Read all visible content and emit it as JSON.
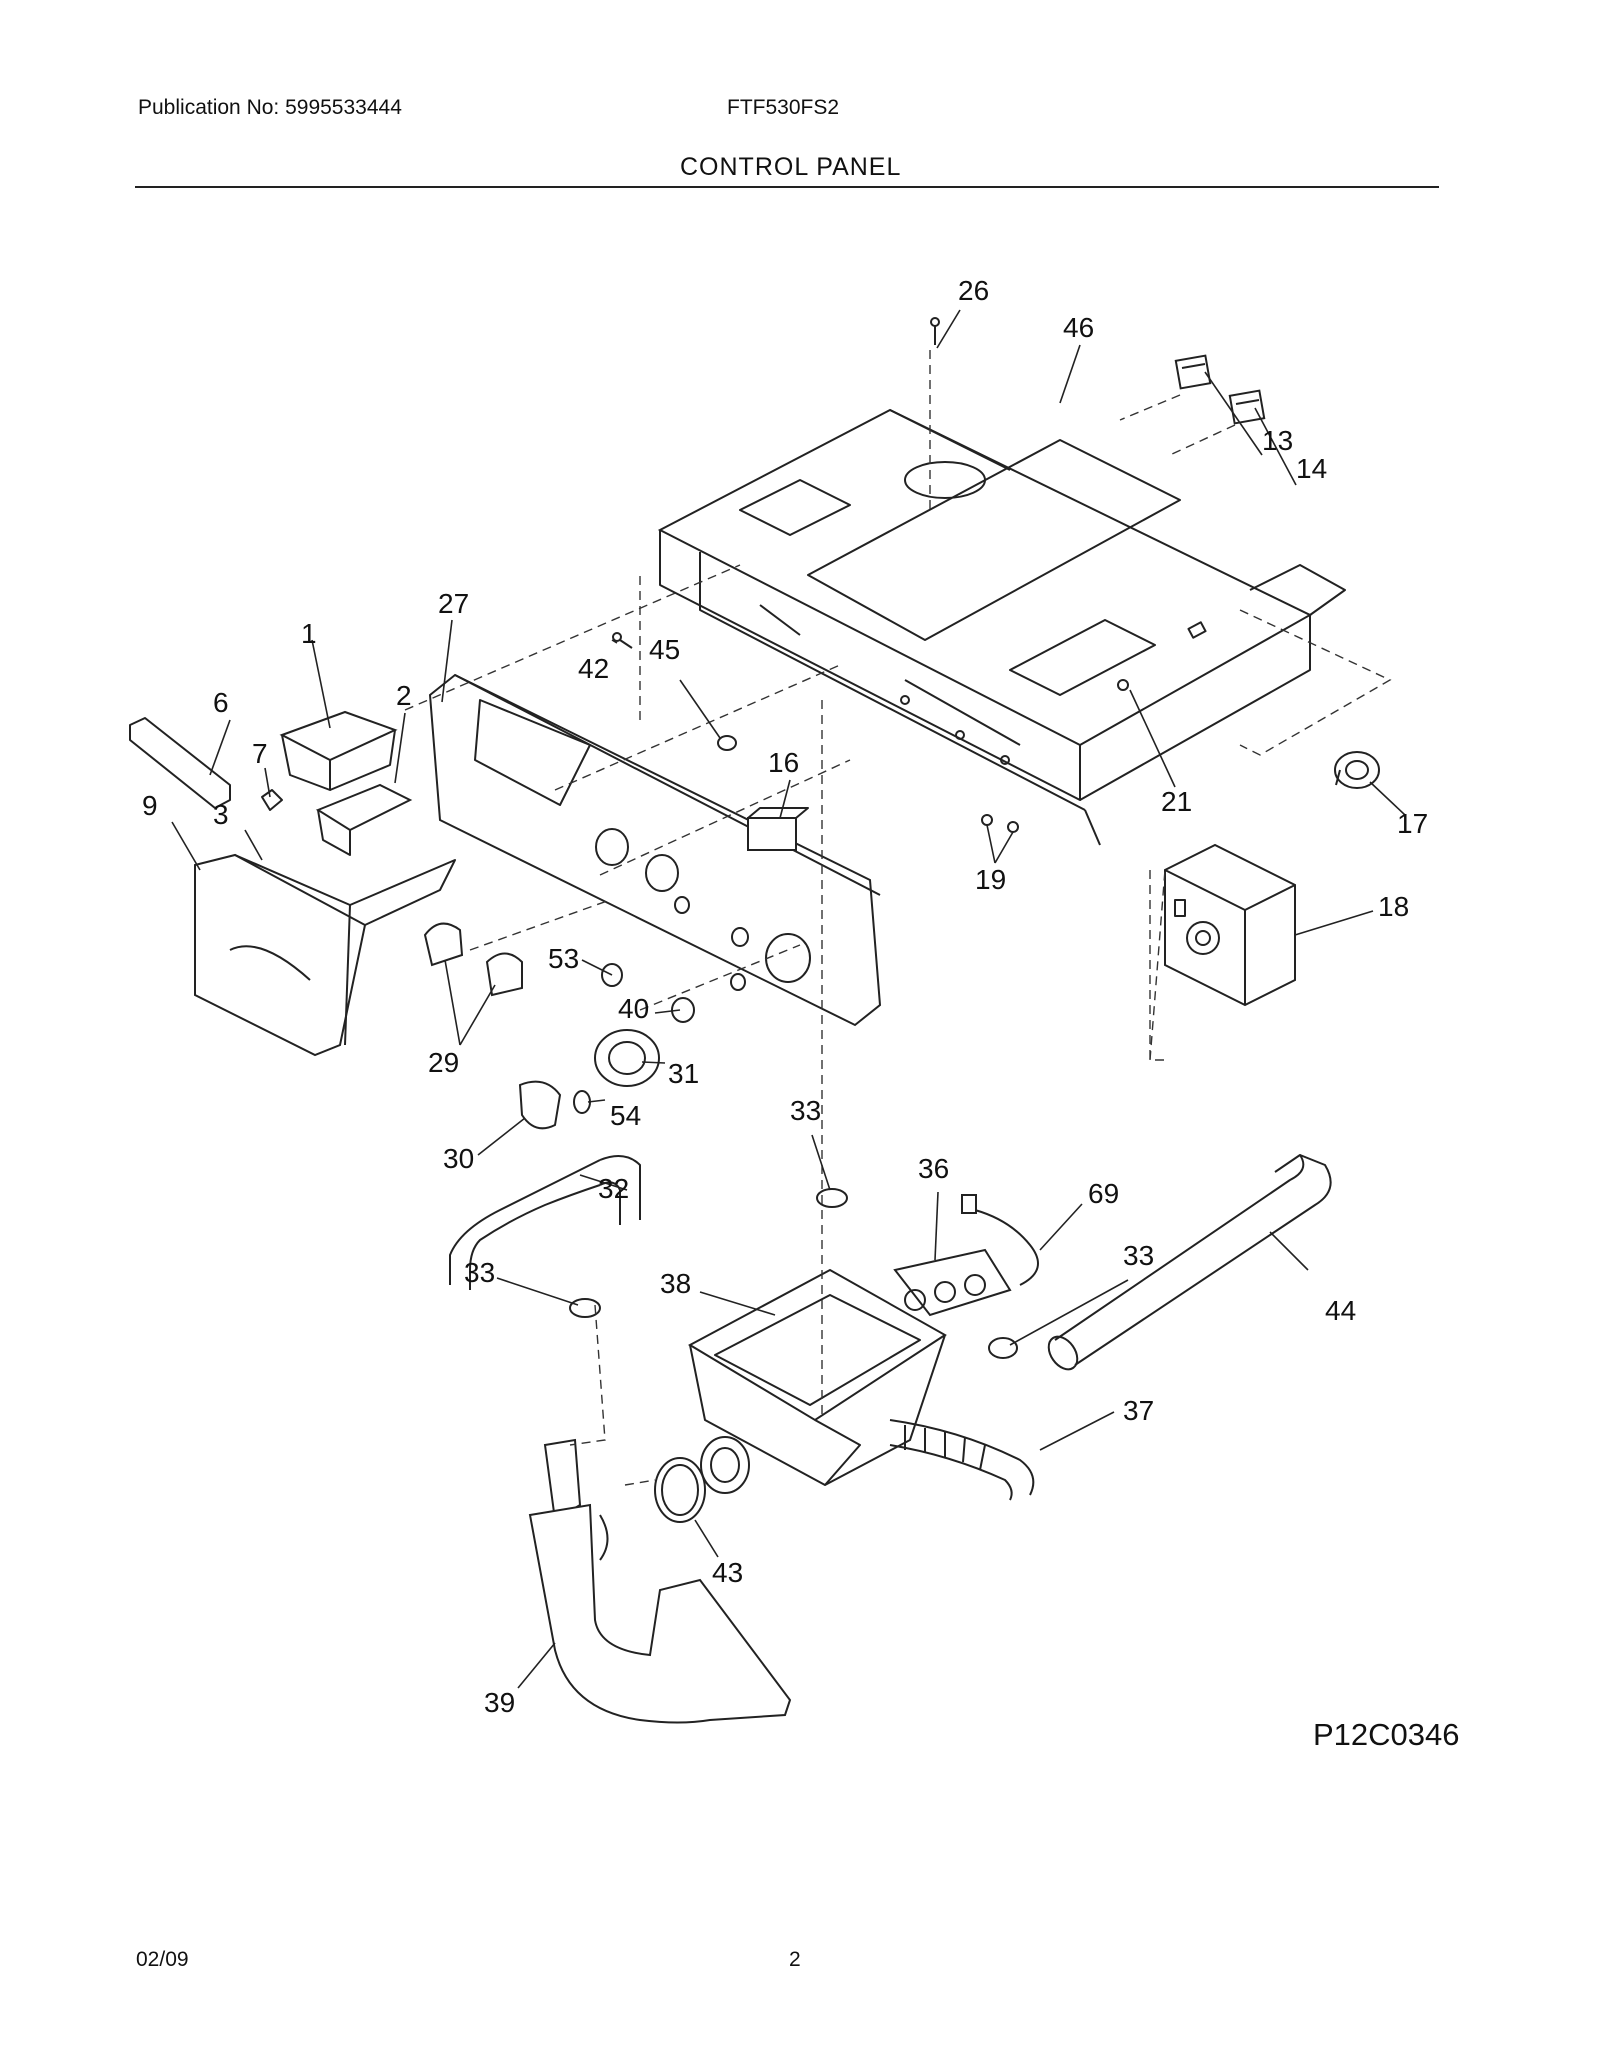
{
  "header": {
    "publication": "Publication No: 5995533444",
    "model": "FTF530FS2",
    "section_title": "CONTROL PANEL"
  },
  "figure_code": "P12C0346",
  "footer": {
    "date": "02/09",
    "page_number": "2"
  },
  "callouts": {
    "c1": "1",
    "c2": "2",
    "c3": "3",
    "c6": "6",
    "c7": "7",
    "c9": "9",
    "c13": "13",
    "c14": "14",
    "c16": "16",
    "c17": "17",
    "c18": "18",
    "c19": "19",
    "c21": "21",
    "c26": "26",
    "c27": "27",
    "c29": "29",
    "c30": "30",
    "c31": "31",
    "c32": "32",
    "c33a": "33",
    "c33b": "33",
    "c33c": "33",
    "c36": "36",
    "c37": "37",
    "c38": "38",
    "c39": "39",
    "c40": "40",
    "c42": "42",
    "c43": "43",
    "c44": "44",
    "c45": "45",
    "c46": "46",
    "c53": "53",
    "c54": "54",
    "c69": "69"
  }
}
